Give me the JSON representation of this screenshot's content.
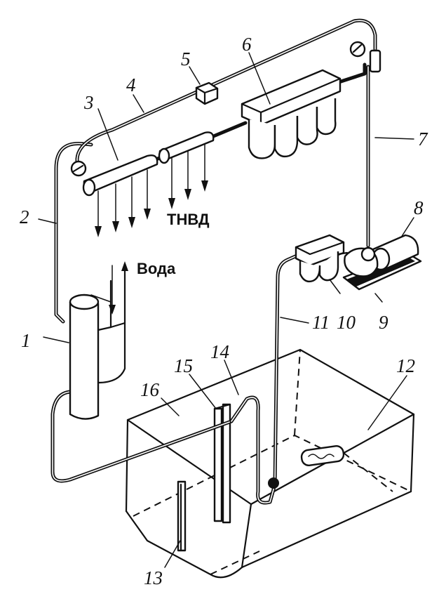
{
  "labels": {
    "l1": "1",
    "l2": "2",
    "l3": "3",
    "l4": "4",
    "l5": "5",
    "l6": "6",
    "l7": "7",
    "l8": "8",
    "l9": "9",
    "l10": "10",
    "l11": "11",
    "l12": "12",
    "l13": "13",
    "l14": "14",
    "l15": "15",
    "l16": "16"
  },
  "text": {
    "water": "Вода",
    "hp_pump": "ТНВД"
  }
}
